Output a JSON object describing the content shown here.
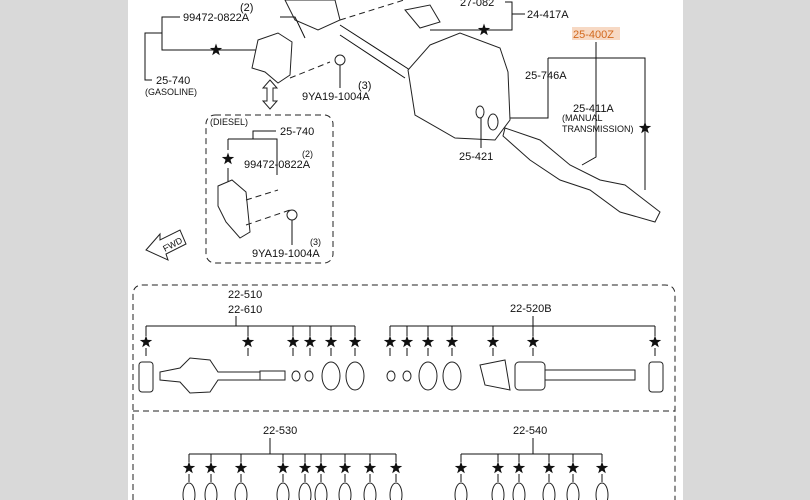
{
  "top_left": {
    "bolt_qty": "(2)",
    "bolt_part": "99472-0822A",
    "bracket_part": "25-740",
    "bracket_variant": "(GASOLINE)",
    "bolt2_qty": "(3)",
    "bolt2_part": "9YA19-1004A"
  },
  "diesel": {
    "title": "(DIESEL)",
    "bracket_part": "25-740",
    "bolt_qty": "(2)",
    "bolt_part": "99472-0822A",
    "bolt2_qty": "(3)",
    "bolt2_part": "9YA19-1004A",
    "fwd": "FWD"
  },
  "top_right": {
    "part_27082": "27-082",
    "part_24417a": "24-417A",
    "assembly": "25-400Z",
    "seal": "25-746A",
    "shaft": "25-411A",
    "shaft_note1": "(MANUAL",
    "shaft_note2": "TRANSMISSION)",
    "clip": "25-421",
    "highlight_color": "#f7d9c4",
    "highlight_text_color": "#d2691e"
  },
  "kits": {
    "k510": "22-510",
    "k610": "22-610",
    "k520b": "22-520B",
    "k530": "22-530",
    "k540": "22-540"
  }
}
